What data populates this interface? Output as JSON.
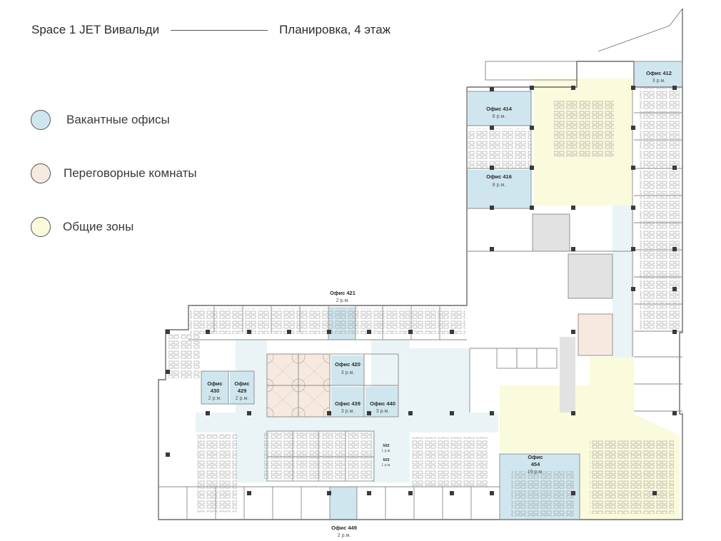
{
  "header": {
    "building": "Space 1 JET Вивальди",
    "plan_title": "Планировка, 4 этаж"
  },
  "legend": [
    {
      "label": "Вакантные офисы",
      "color": "#cfe6ee"
    },
    {
      "label": "Переговорные комнаты",
      "color": "#f6e9df"
    },
    {
      "label": "Общие зоны",
      "color": "#fafadc"
    }
  ],
  "colors": {
    "vacant": "#cfe6ee",
    "meeting": "#f6e9df",
    "common": "#fafadc",
    "corridor": "#eaf4f6",
    "wall": "#6b6b6b",
    "core": "#e2e2e2"
  },
  "offices": {
    "o412": {
      "name": "Офис 412",
      "seats": "3 р.м."
    },
    "o414": {
      "name": "Офис 414",
      "seats": "6 р.м."
    },
    "o416": {
      "name": "Офис 416",
      "seats": "8 р.м."
    },
    "o421": {
      "name": "Офис 421",
      "seats": "2 р.м."
    },
    "o420": {
      "name": "Офис 420",
      "seats": "3 р.м."
    },
    "o430": {
      "name": "Офис",
      "num": "430",
      "seats": "2 р.м."
    },
    "o429": {
      "name": "Офис",
      "num": "429",
      "seats": "2 р.м."
    },
    "o439": {
      "name": "Офис 439",
      "seats": "3 р.м."
    },
    "o440": {
      "name": "Офис 440",
      "seats": "3 р.м."
    },
    "o454": {
      "name": "Офис",
      "num": "454",
      "seats": "19 р.м."
    },
    "o449": {
      "name": "Офис 449",
      "seats": "2 р.м."
    },
    "o502": {
      "name": "502",
      "seats": "1 р.м."
    },
    "o503": {
      "name": "503",
      "seats": "1 р.м."
    }
  }
}
